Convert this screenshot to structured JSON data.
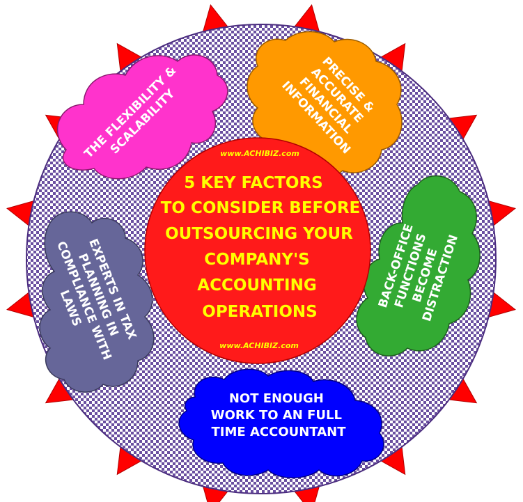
{
  "center": {
    "lines": [
      "5 KEY FACTORS",
      "TO CONSIDER BEFORE",
      "OUTSOURCING YOUR",
      "COMPANY'S",
      "ACCOUNTING",
      "OPERATIONS"
    ],
    "watermark_top": "www.ACHIBIZ.com",
    "watermark_bottom": "www.ACHIBIZ.com"
  },
  "factors": [
    {
      "lines": [
        "THE FLEXIBILITY &",
        "SCALABILITY"
      ],
      "color": "#ff33cc"
    },
    {
      "lines": [
        "PRECISE &",
        "ACCURATE",
        "FINANCIAL",
        "INFORMATION"
      ],
      "color": "#ff9900"
    },
    {
      "lines": [
        "BACK-OFFICE",
        "FUNCTIONS",
        "BECOME",
        "DISTRACTION"
      ],
      "color": "#33aa33"
    },
    {
      "lines": [
        "NOT ENOUGH",
        "WORK TO AN FULL",
        "TIME ACCOUNTANT"
      ],
      "color": "#0000ff"
    },
    {
      "lines": [
        "EXPERTS IN TAX",
        "PLANNING IN",
        "COMPLIANCE WITH",
        "LAWS"
      ],
      "color": "#666699"
    }
  ],
  "colors": {
    "spikes": "#ff0000",
    "ring_checker_a": "#6a4fa0",
    "ring_checker_b": "#ffffff",
    "center_disc": "#ff1a1a",
    "center_text": "#ffff00",
    "watermark": "#ffff00",
    "factor_text": "#ffffff"
  }
}
